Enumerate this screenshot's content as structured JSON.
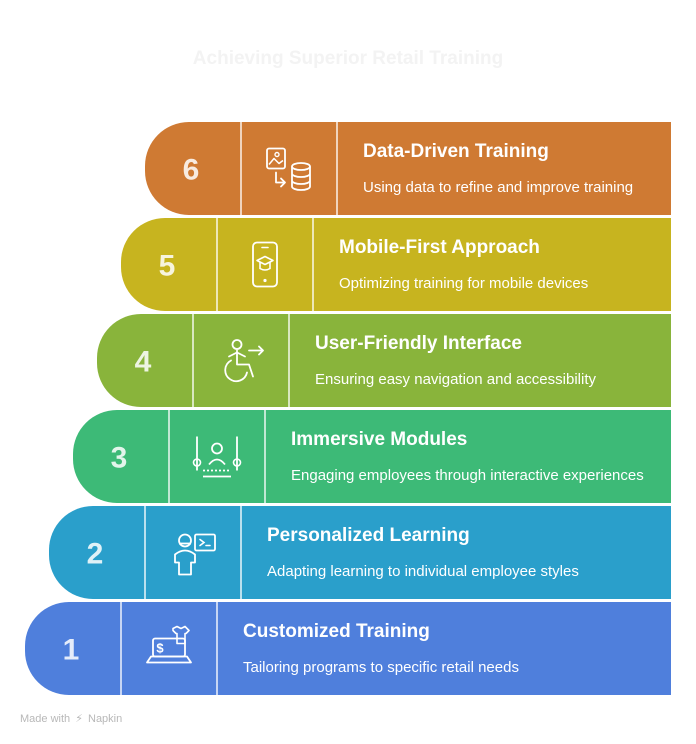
{
  "title": "Achieving Superior Retail Training",
  "steps": [
    {
      "number": "1",
      "heading": "Customized Training",
      "description": "Tailoring programs to specific retail needs",
      "icon": "laptop-shirt-price-icon",
      "color": "#4f7fdc"
    },
    {
      "number": "2",
      "heading": "Personalized Learning",
      "description": "Adapting learning to individual employee styles",
      "icon": "person-presentation-icon",
      "color": "#2a9fcb"
    },
    {
      "number": "3",
      "heading": "Immersive Modules",
      "description": "Engaging employees through interactive experiences",
      "icon": "interactive-stage-icon",
      "color": "#3dba77"
    },
    {
      "number": "4",
      "heading": "User-Friendly Interface",
      "description": "Ensuring easy navigation and accessibility",
      "icon": "accessibility-icon",
      "color": "#89b43b"
    },
    {
      "number": "5",
      "heading": "Mobile-First Approach",
      "description": "Optimizing training for mobile devices",
      "icon": "mobile-education-icon",
      "color": "#c7b41f"
    },
    {
      "number": "6",
      "heading": "Data-Driven Training",
      "description": "Using data to refine and improve training",
      "icon": "image-to-database-icon",
      "color": "#cf7a33"
    }
  ],
  "footer": {
    "prefix": "Made with",
    "brand": "Napkin"
  }
}
